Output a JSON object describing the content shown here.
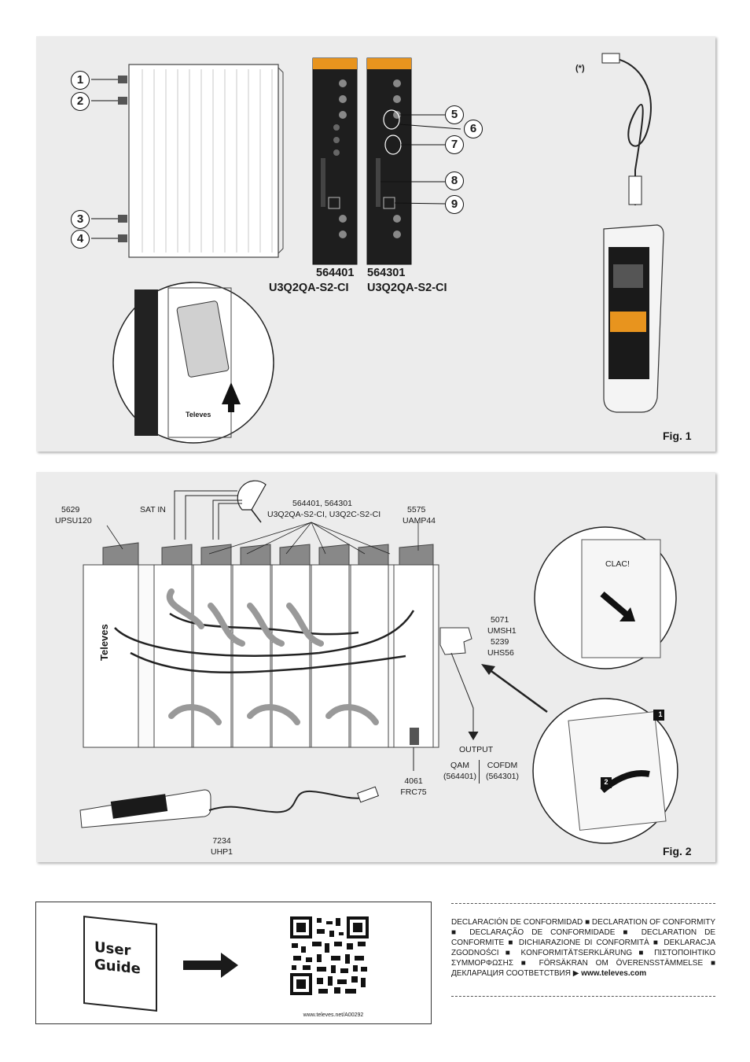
{
  "fig1": {
    "label": "Fig. 1",
    "callouts": [
      "1",
      "2",
      "3",
      "4",
      "5",
      "6",
      "7",
      "8",
      "9"
    ],
    "asterisk": "(*)",
    "modules": [
      {
        "code": "564401",
        "name": "U3Q2QA-S2-CI"
      },
      {
        "code": "564301",
        "name": "U3Q2QA-S2-CI"
      }
    ],
    "brand": "Televes"
  },
  "fig2": {
    "label": "Fig. 2",
    "psu": {
      "code": "5629",
      "name": "UPSU120"
    },
    "sat_in": "SAT IN",
    "modules": {
      "codes": "564401, 564301",
      "names": "U3Q2QA-S2-CI, U3Q2C-S2-CI"
    },
    "amp": {
      "code": "5575",
      "name": "UAMP44"
    },
    "clac": "CLAC!",
    "mount": {
      "line1": "5071",
      "line2": "UMSH1",
      "line3": "5239",
      "line4": "UHS56"
    },
    "output": "OUTPUT",
    "qam": {
      "name": "QAM",
      "code": "(564401)"
    },
    "cofdm": {
      "name": "COFDM",
      "code": "(564301)"
    },
    "load": {
      "code": "4061",
      "name": "FRC75"
    },
    "handheld": {
      "code": "7234",
      "name": "UHP1"
    },
    "steps": [
      "1",
      "2"
    ],
    "brand": "Televes"
  },
  "guide": {
    "title_line1": "User",
    "title_line2": "Guide",
    "url": "www.televes.net/A00292"
  },
  "declaration": {
    "text": "DECLARACIÓN DE CONFORMIDAD ■ DECLARATION OF CONFORMITY ■ DECLARAÇÃO DE CONFORMIDADE ■ DECLARATION DE CONFORMITE ■ DICHIARAZIONE DI CONFORMITÀ ■ DEKLARACJA ZGODNOŚCI ■ KONFORMITÄTSERKLÄRUNG ■ ΠΙΣΤΟΠΟΙΗΤΙΚΟ ΣΥΜΜΟΡΦΩΣΗΣ ■ FÖRSÄKRAN OM ÖVERENSSTÄMMELSE ■ ДЕКЛАРАЦИЯ СООТВЕТСТВИЯ ▶",
    "link": "www.televes.com"
  }
}
